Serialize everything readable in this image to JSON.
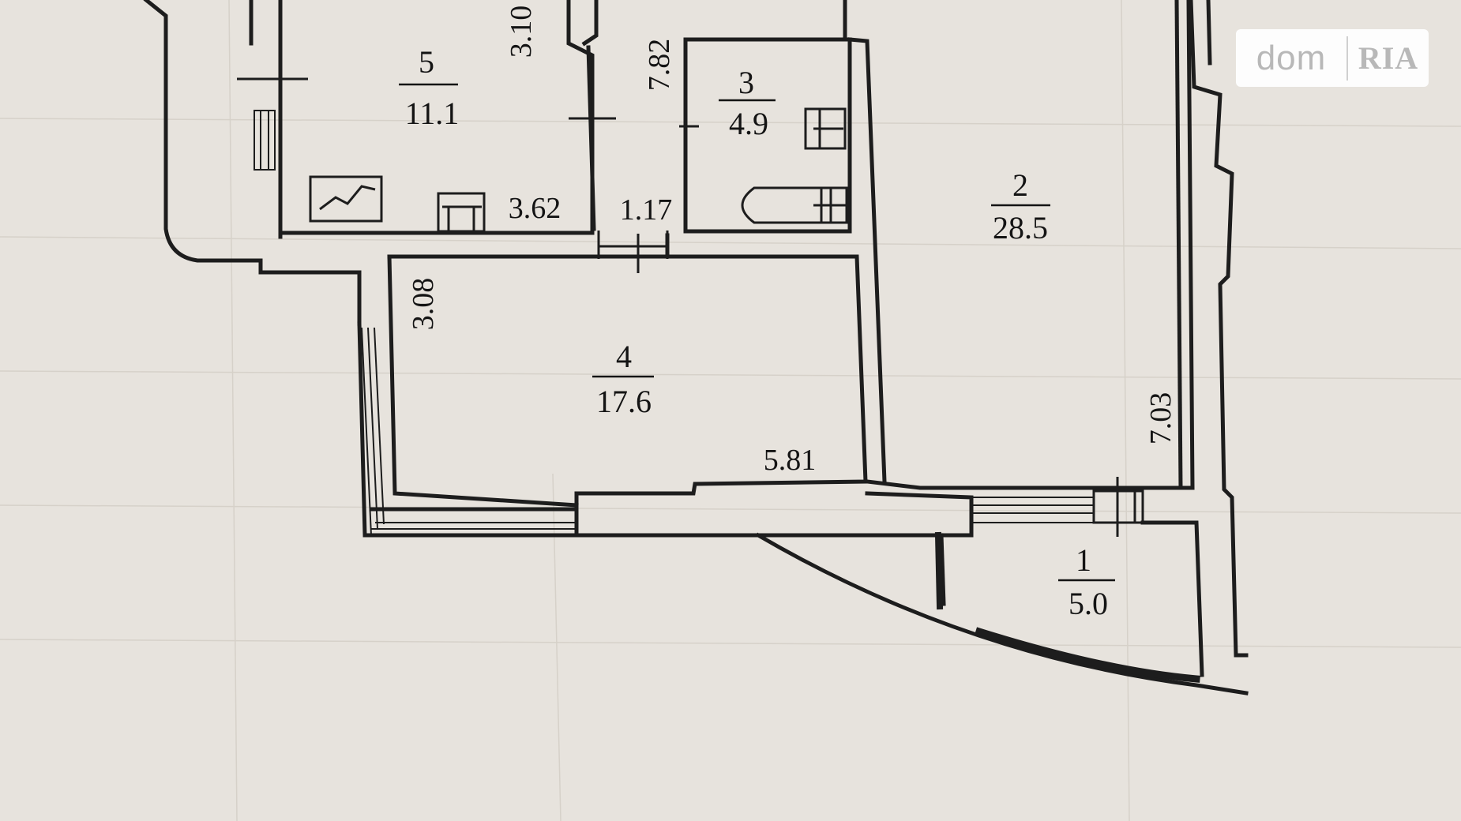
{
  "watermark": {
    "left": "dom",
    "right": "RIA"
  },
  "rooms": [
    {
      "id": "room-5",
      "number": "5",
      "area": "11.1"
    },
    {
      "id": "room-3",
      "number": "3",
      "area": "4.9"
    },
    {
      "id": "room-2",
      "number": "2",
      "area": "28.5"
    },
    {
      "id": "room-4",
      "number": "4",
      "area": "17.6"
    },
    {
      "id": "room-1",
      "number": "1",
      "area": "5.0"
    }
  ],
  "dimensions": {
    "kitchen_height": "3.10",
    "kitchen_width": "3.62",
    "corridor_length": "7.82",
    "corridor_width": "1.17",
    "room4_height": "3.08",
    "room4_width": "5.81",
    "room2_height": "7.03"
  }
}
